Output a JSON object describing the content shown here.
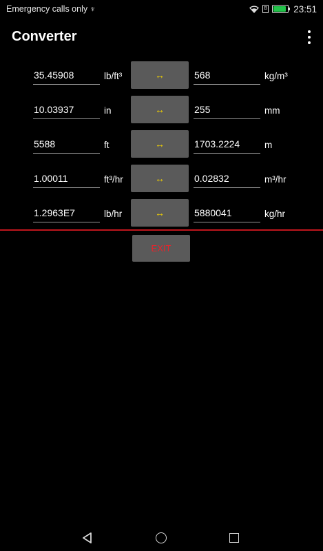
{
  "status": {
    "carrier_text": "Emergency calls only",
    "usb_symbol": "♆",
    "sim_label": "B",
    "time": "23:51",
    "battery_level": 0.9,
    "battery_color": "#22c34a"
  },
  "app_bar": {
    "title": "Converter",
    "menu_icon": "overflow-menu-icon"
  },
  "conversions": [
    {
      "left_value": "35.45908",
      "left_unit": "lb/ft³",
      "swap_label": "↔",
      "right_value": "568",
      "right_unit": "kg/m³"
    },
    {
      "left_value": "10.03937",
      "left_unit": "in",
      "swap_label": "↔",
      "right_value": "255",
      "right_unit": "mm"
    },
    {
      "left_value": "5588",
      "left_unit": "ft",
      "swap_label": "↔",
      "right_value": "1703.2224",
      "right_unit": "m"
    },
    {
      "left_value": "1.00011",
      "left_unit": "ft³/hr",
      "swap_label": "↔",
      "right_value": "0.02832",
      "right_unit": "m³/hr"
    },
    {
      "left_value": "1.2963E7",
      "left_unit": "lb/hr",
      "swap_label": "↔",
      "right_value": "5880041",
      "right_unit": "kg/hr"
    }
  ],
  "exit_label": "EXIT",
  "colors": {
    "background": "#000000",
    "button": "#5a5a5a",
    "swap_arrow": "#f5d400",
    "exit_text": "#e8232a",
    "divider": "#c0161d"
  },
  "nav": {
    "back_icon": "back-triangle-icon",
    "home_icon": "home-circle-icon",
    "recents_icon": "recents-square-icon"
  }
}
